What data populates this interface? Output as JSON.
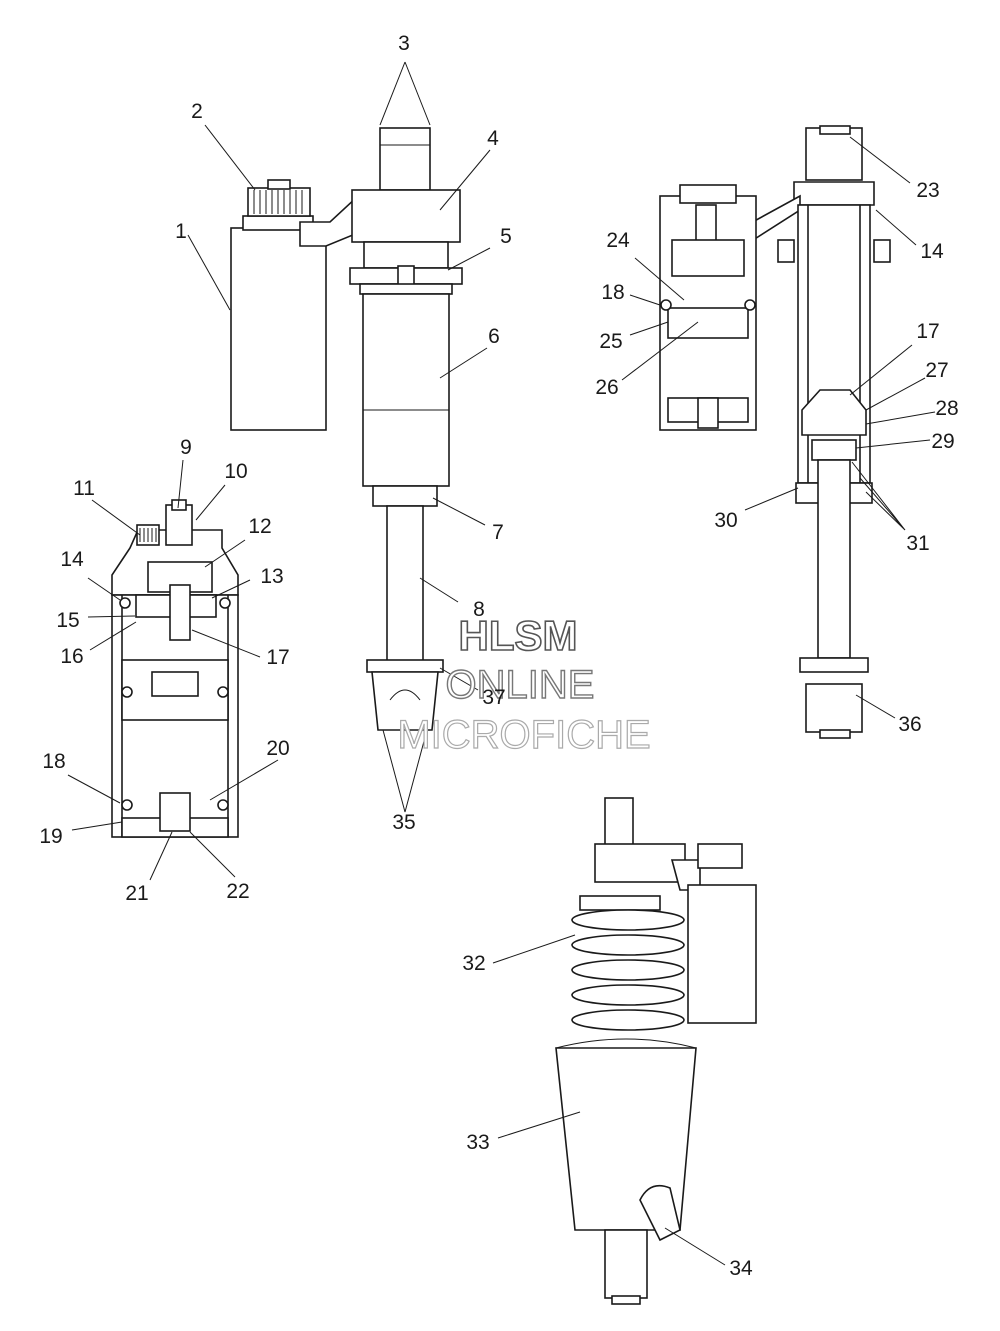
{
  "watermark": {
    "line1": "HLSM",
    "line2": "ONLINE",
    "line3": "MICROFICHE"
  },
  "callouts": [
    {
      "id": "c1",
      "text": "1"
    },
    {
      "id": "c2",
      "text": "2"
    },
    {
      "id": "c3",
      "text": "3"
    },
    {
      "id": "c4",
      "text": "4"
    },
    {
      "id": "c5",
      "text": "5"
    },
    {
      "id": "c6",
      "text": "6"
    },
    {
      "id": "c7",
      "text": "7"
    },
    {
      "id": "c8",
      "text": "8"
    },
    {
      "id": "c9",
      "text": "9"
    },
    {
      "id": "c10",
      "text": "10"
    },
    {
      "id": "c11",
      "text": "11"
    },
    {
      "id": "c12",
      "text": "12"
    },
    {
      "id": "c13",
      "text": "13"
    },
    {
      "id": "c14a",
      "text": "14"
    },
    {
      "id": "c15",
      "text": "15"
    },
    {
      "id": "c16",
      "text": "16"
    },
    {
      "id": "c17a",
      "text": "17"
    },
    {
      "id": "c18a",
      "text": "18"
    },
    {
      "id": "c19",
      "text": "19"
    },
    {
      "id": "c20",
      "text": "20"
    },
    {
      "id": "c21",
      "text": "21"
    },
    {
      "id": "c22",
      "text": "22"
    },
    {
      "id": "c23",
      "text": "23"
    },
    {
      "id": "c14b",
      "text": "14"
    },
    {
      "id": "c24",
      "text": "24"
    },
    {
      "id": "c18b",
      "text": "18"
    },
    {
      "id": "c25",
      "text": "25"
    },
    {
      "id": "c26",
      "text": "26"
    },
    {
      "id": "c17b",
      "text": "17"
    },
    {
      "id": "c27",
      "text": "27"
    },
    {
      "id": "c28",
      "text": "28"
    },
    {
      "id": "c29",
      "text": "29"
    },
    {
      "id": "c30",
      "text": "30"
    },
    {
      "id": "c31",
      "text": "31"
    },
    {
      "id": "c36",
      "text": "36"
    },
    {
      "id": "c32",
      "text": "32"
    },
    {
      "id": "c33",
      "text": "33"
    },
    {
      "id": "c34",
      "text": "34"
    },
    {
      "id": "c35",
      "text": "35"
    },
    {
      "id": "c37",
      "text": "37"
    }
  ]
}
